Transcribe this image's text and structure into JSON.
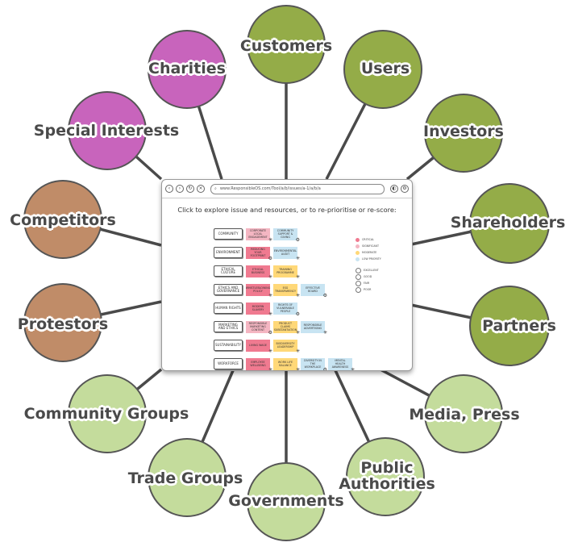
{
  "stakeholders": [
    {
      "id": "customers",
      "label": "Customers",
      "group": "primary"
    },
    {
      "id": "users",
      "label": "Users",
      "group": "primary"
    },
    {
      "id": "investors",
      "label": "Investors",
      "group": "primary"
    },
    {
      "id": "shareholders",
      "label": "Shareholders",
      "group": "primary"
    },
    {
      "id": "partners",
      "label": "Partners",
      "group": "primary"
    },
    {
      "id": "media",
      "label": "Media, Press",
      "group": "secondary"
    },
    {
      "id": "public-authorities",
      "label": "Public Authorities",
      "group": "secondary"
    },
    {
      "id": "governments",
      "label": "Governments",
      "group": "secondary"
    },
    {
      "id": "trade-groups",
      "label": "Trade Groups",
      "group": "secondary"
    },
    {
      "id": "community-groups",
      "label": "Community Groups",
      "group": "secondary"
    },
    {
      "id": "protestors",
      "label": "Protestors",
      "group": "opposing"
    },
    {
      "id": "competitors",
      "label": "Competitors",
      "group": "opposing"
    },
    {
      "id": "special-interests",
      "label": "Special Interests",
      "group": "interest"
    },
    {
      "id": "charities",
      "label": "Charities",
      "group": "interest"
    }
  ],
  "group_colors": {
    "primary": "#94ac48",
    "secondary": "#c4dc9c",
    "opposing": "#c08c68",
    "interest": "#c864bc"
  },
  "browser": {
    "url": "www.ResponsibleOS.com/Tool/a/b/issues/a-1/a/b/a",
    "instruction": "Click to explore issue and resources, or to re-prioritise or re-score:",
    "rows": [
      {
        "label": "COMMUNITY",
        "cards": [
          {
            "t": "CORPORATE LOCAL ENGAGEMENT",
            "c": "#f4b6c2"
          },
          {
            "t": "COMMUNITY SUPPORT & GIVING",
            "c": "#c8e4f2"
          }
        ]
      },
      {
        "label": "ENVIRONMENT",
        "cards": [
          {
            "t": "REDUCING YOUR FOOTPRINT",
            "c": "#f07a90"
          },
          {
            "t": "ENVIRONMENTAL AUDIT",
            "c": "#c8e4f2"
          }
        ]
      },
      {
        "label": "ETHICAL CULTURE",
        "cards": [
          {
            "t": "ETHICAL BUSINESS",
            "c": "#f07a90"
          },
          {
            "t": "TRAINING PROGRAMME",
            "c": "#ffd878"
          }
        ]
      },
      {
        "label": "ETHICS AND GOVERNANCE",
        "cards": [
          {
            "t": "WHISTLEBLOWING POLICY",
            "c": "#f07a90"
          },
          {
            "t": "ESG TRANSPARENCY",
            "c": "#ffd878"
          },
          {
            "t": "EFFECTIVE BOARD",
            "c": "#c8e4f2"
          }
        ]
      },
      {
        "label": "HUMAN RIGHTS",
        "cards": [
          {
            "t": "MODERN SLAVERY",
            "c": "#f07a90"
          },
          {
            "t": "RIGHTS OF VULNERABLE PEOPLE",
            "c": "#c8e4f2"
          }
        ]
      },
      {
        "label": "MARKETING AND ETHICS",
        "cards": [
          {
            "t": "RESPONSIBLE MARKETING CONTENT",
            "c": "#f4b6c2"
          },
          {
            "t": "PRODUCT CLAIMS SUBSTANTIATION",
            "c": "#ffd878"
          },
          {
            "t": "RESPONSIBLE ADVERTISING",
            "c": "#c8e4f2"
          }
        ]
      },
      {
        "label": "SUSTAINABILITY",
        "cards": [
          {
            "t": "LIVING WAGE",
            "c": "#f07a90"
          },
          {
            "t": "BIODIVERSITY LEADERSHIP",
            "c": "#ffd878"
          }
        ]
      },
      {
        "label": "WORKFORCE",
        "cards": [
          {
            "t": "EMPLOYEE WELLBEING",
            "c": "#f07a90"
          },
          {
            "t": "WORK LIFE BALANCE",
            "c": "#ffd878"
          },
          {
            "t": "DIVERSITY IN THE WORKPLACE",
            "c": "#c8e4f2"
          },
          {
            "t": "MENTAL HEALTH AWARENESS",
            "c": "#c8e4f2"
          }
        ]
      }
    ],
    "legend": [
      {
        "t": "CRITICAL",
        "c": "#f07a90"
      },
      {
        "t": "SIGNIFICANT",
        "c": "#f4b6c2"
      },
      {
        "t": "MODERATE",
        "c": "#ffd878"
      },
      {
        "t": "LOW PRIORITY",
        "c": "#c8e4f2"
      },
      {
        "t": "EXCELLENT",
        "c": "#ffffff"
      },
      {
        "t": "GOOD",
        "c": "#ffffff"
      },
      {
        "t": "FAIR",
        "c": "#ffffff"
      },
      {
        "t": "POOR",
        "c": "#ffffff"
      }
    ]
  }
}
